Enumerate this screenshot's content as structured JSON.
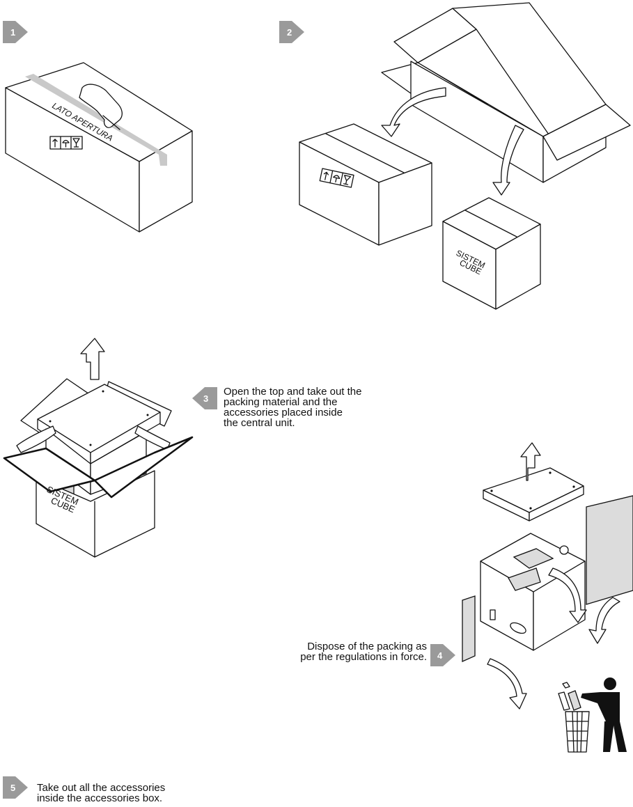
{
  "steps": [
    {
      "number": "1"
    },
    {
      "number": "2"
    },
    {
      "number": "3",
      "text_lines": [
        "Open the top and take out the",
        "packing material and the",
        "accessories placed inside",
        "the central unit."
      ]
    },
    {
      "number": "4",
      "text_lines": [
        "Dispose of the packing as",
        "per the regulations in force."
      ]
    },
    {
      "number": "5",
      "text_lines": [
        "Take out all the accessories",
        "inside the accessories box."
      ]
    }
  ],
  "box_labels": {
    "opening_side": "LATO APERTURA",
    "brand_line1": "SISTEM",
    "brand_line2": "CUBE"
  },
  "colors": {
    "badge": "#9a9a9a",
    "tape": "#c9c9c9",
    "panel": "#dcdcdc",
    "line": "#111111"
  },
  "icons": [
    "fragile-up-arrow-icon",
    "umbrella-icon",
    "glass-icon",
    "recycling-person-icon",
    "trash-bin-icon"
  ]
}
